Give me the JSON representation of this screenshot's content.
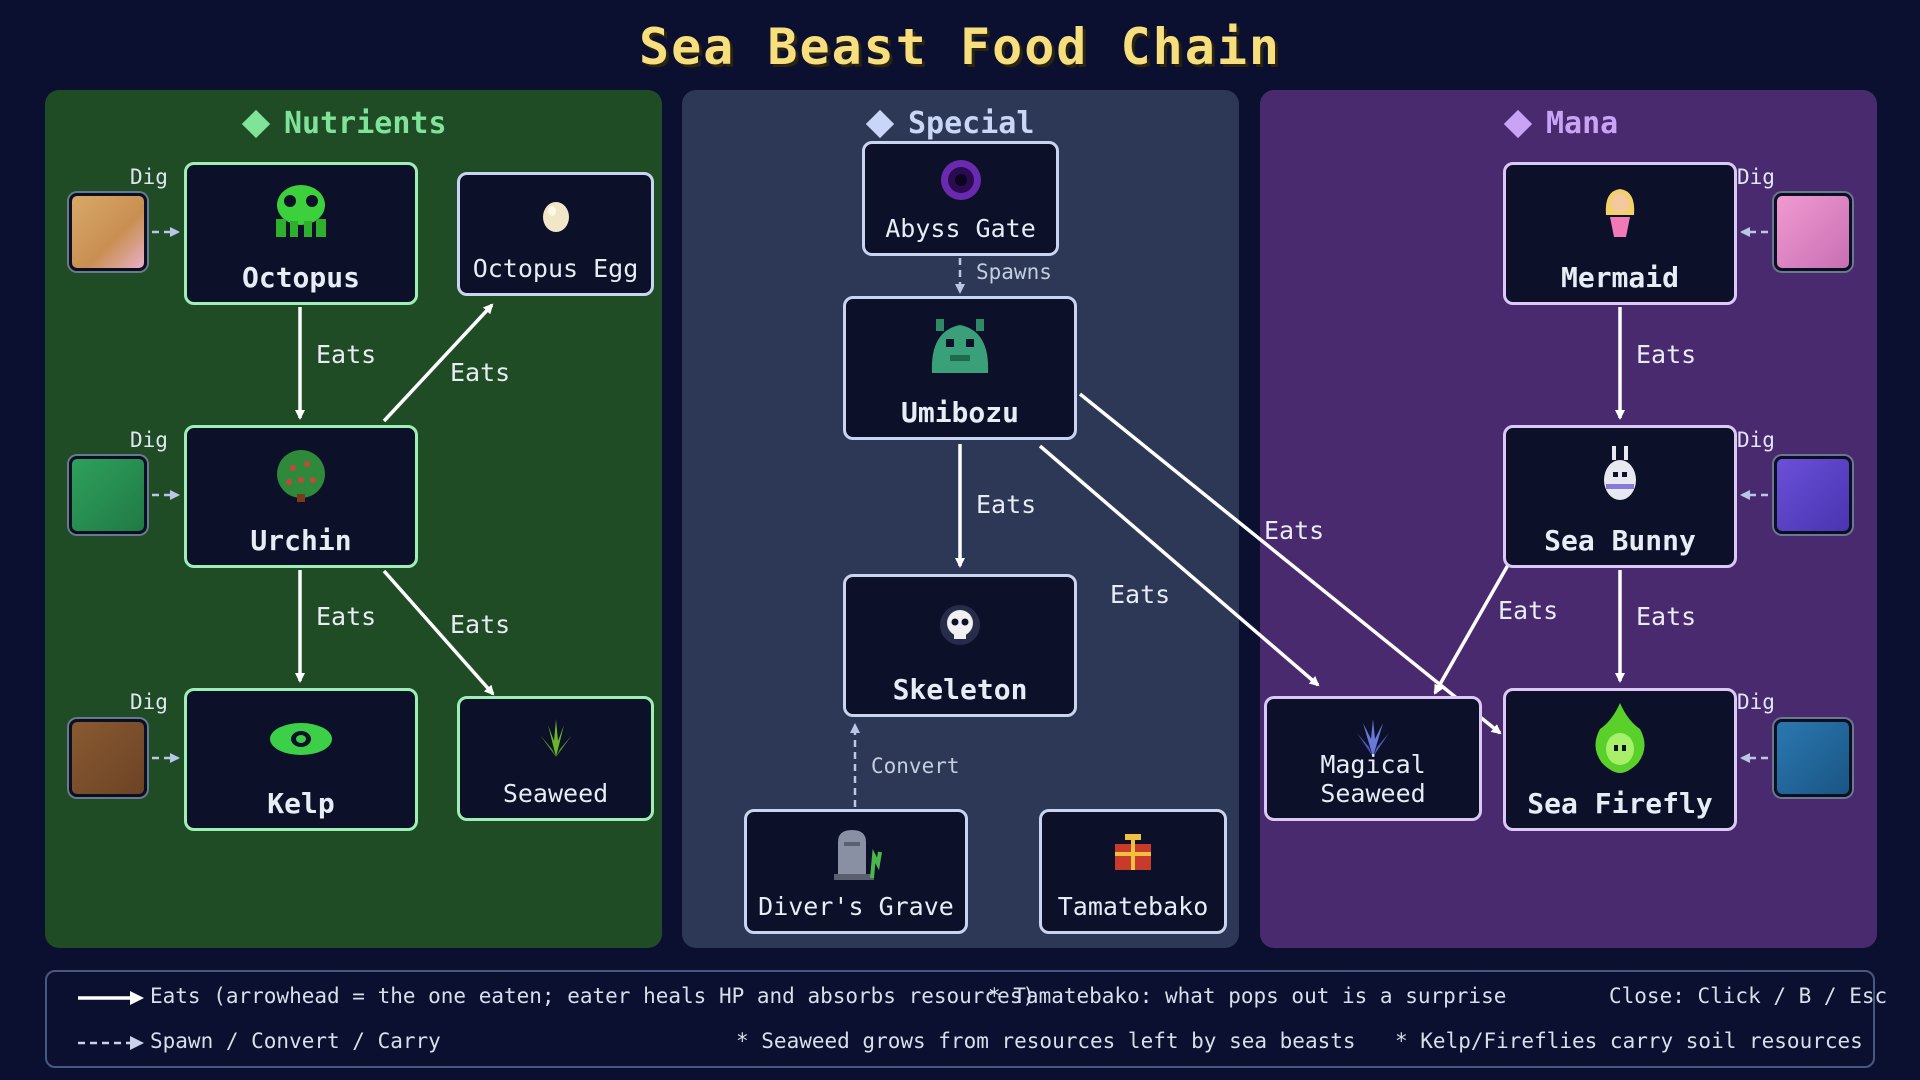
{
  "title": "Sea Beast Food Chain",
  "panels": {
    "nutrients": {
      "title": "Nutrients",
      "color": "#7fe39a"
    },
    "special": {
      "title": "Special",
      "color": "#c9d6f7"
    },
    "mana": {
      "title": "Mana",
      "color": "#c9a3f5"
    }
  },
  "nodes": {
    "octopus": "Octopus",
    "octopus_egg": "Octopus Egg",
    "urchin": "Urchin",
    "kelp": "Kelp",
    "seaweed": "Seaweed",
    "abyss_gate": "Abyss Gate",
    "umibozu": "Umibozu",
    "skeleton": "Skeleton",
    "divers_grave": "Diver's Grave",
    "tamatebako": "Tamatebako",
    "mermaid": "Mermaid",
    "sea_bunny": "Sea Bunny",
    "magical_seaweed": "Magical Seaweed",
    "sea_firefly": "Sea Firefly"
  },
  "edge_labels": {
    "eats": "Eats",
    "spawns": "Spawns",
    "convert": "Convert",
    "dig": "Dig"
  },
  "icons": {
    "octopus": "octopus-icon",
    "octopus_egg": "egg-icon",
    "urchin": "urchin-icon",
    "kelp": "kelp-icon",
    "seaweed": "seaweed-icon",
    "abyss_gate": "portal-icon",
    "umibozu": "sea-monster-icon",
    "skeleton": "skull-icon",
    "divers_grave": "gravestone-icon",
    "tamatebako": "treasure-box-icon",
    "mermaid": "mermaid-icon",
    "sea_bunny": "sea-bunny-icon",
    "magical_seaweed": "magical-seaweed-icon",
    "sea_firefly": "firefly-icon"
  },
  "legend": {
    "eats": "Eats (arrowhead = the one eaten; eater heals HP and absorbs resources)",
    "spawn": "Spawn / Convert / Carry",
    "tamatebako_note": "* Tamatebako: what pops out is a surprise",
    "seaweed_note": "* Seaweed grows from resources left by sea beasts",
    "carry_note": "* Kelp/Fireflies carry soil resources",
    "close": "Close: Click / B / Esc"
  }
}
